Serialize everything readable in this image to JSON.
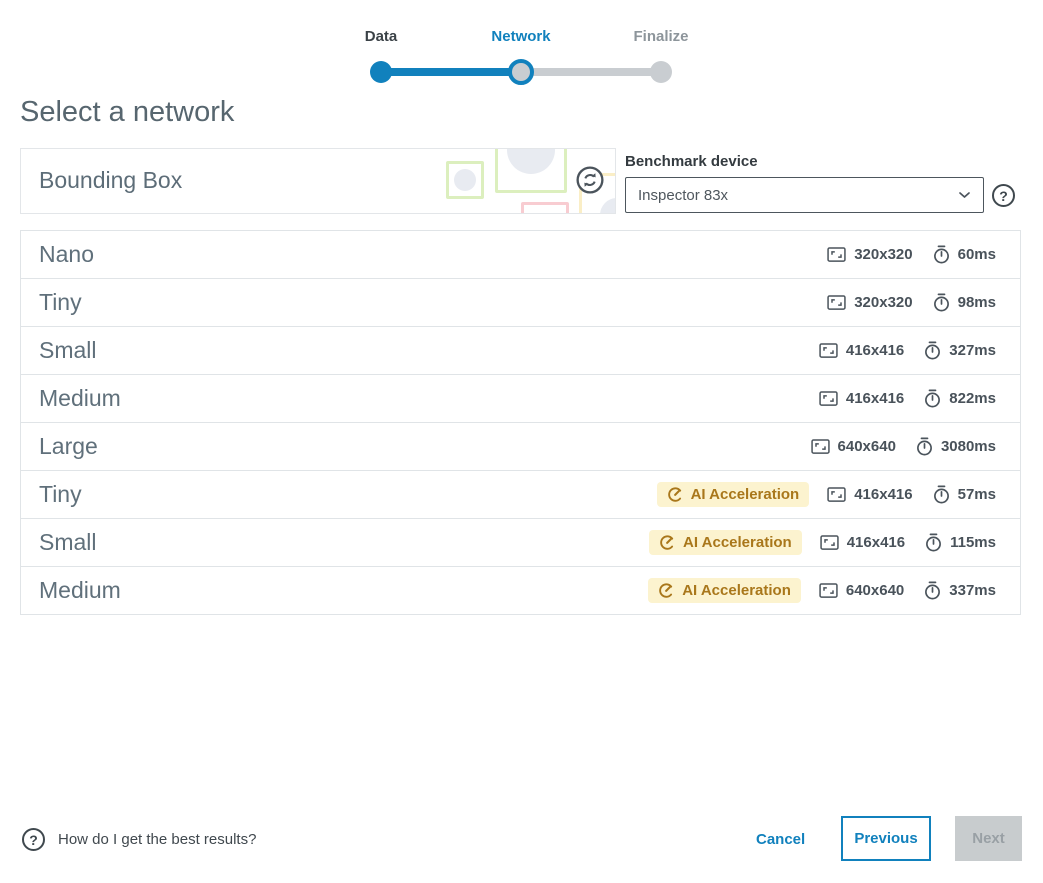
{
  "stepper": {
    "steps": [
      {
        "label": "Data",
        "state": "done"
      },
      {
        "label": "Network",
        "state": "current"
      },
      {
        "label": "Finalize",
        "state": "todo"
      }
    ]
  },
  "heading": "Select a network",
  "model_card": {
    "name": "Bounding Box"
  },
  "benchmark": {
    "label": "Benchmark device",
    "selected_device": "Inspector 83x"
  },
  "ai_badge_label": "AI Acceleration",
  "networks": [
    {
      "name": "Nano",
      "resolution": "320x320",
      "latency": "60ms",
      "ai_acceleration": false
    },
    {
      "name": "Tiny",
      "resolution": "320x320",
      "latency": "98ms",
      "ai_acceleration": false
    },
    {
      "name": "Small",
      "resolution": "416x416",
      "latency": "327ms",
      "ai_acceleration": false
    },
    {
      "name": "Medium",
      "resolution": "416x416",
      "latency": "822ms",
      "ai_acceleration": false
    },
    {
      "name": "Large",
      "resolution": "640x640",
      "latency": "3080ms",
      "ai_acceleration": false
    },
    {
      "name": "Tiny",
      "resolution": "416x416",
      "latency": "57ms",
      "ai_acceleration": true
    },
    {
      "name": "Small",
      "resolution": "416x416",
      "latency": "115ms",
      "ai_acceleration": true
    },
    {
      "name": "Medium",
      "resolution": "640x640",
      "latency": "337ms",
      "ai_acceleration": true
    }
  ],
  "footer": {
    "help_text": "How do I get the best results?",
    "cancel_label": "Cancel",
    "previous_label": "Previous",
    "next_label": "Next",
    "next_enabled": false
  },
  "icons": {
    "question_glyph": "?"
  },
  "colors": {
    "accent_blue": "#1181bd",
    "track_gray": "#c9cdd1",
    "badge_bg": "#fcf3cf",
    "badge_text": "#a9771b",
    "bbox_green": "#dcefbe",
    "bbox_pink": "#f8ccd1",
    "bbox_yellow": "#faeec6"
  }
}
